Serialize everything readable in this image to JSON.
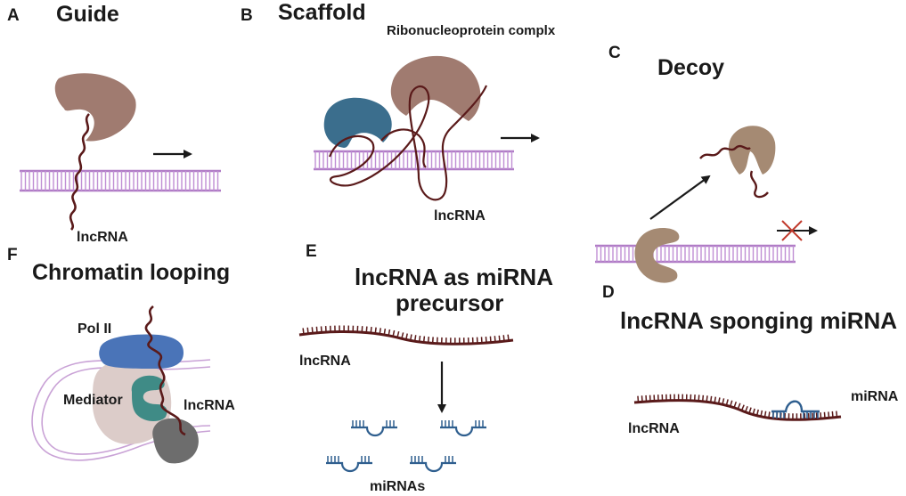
{
  "panels": {
    "a": {
      "letter": "A",
      "title": "Guide",
      "lncrna_label": "lncRNA"
    },
    "b": {
      "letter": "B",
      "title": "Scaffold",
      "subtitle": "Ribonucleoprotein complx",
      "lncrna_label": "lncRNA"
    },
    "c": {
      "letter": "C",
      "title": "Decoy"
    },
    "d": {
      "letter": "D",
      "title": "lncRNA sponging miRNA",
      "lncrna_label": "lncRNA",
      "mirna_label": "miRNA"
    },
    "e": {
      "letter": "E",
      "title_line1": "lncRNA as miRNA",
      "title_line2": "precursor",
      "lncrna_label": "lncRNA",
      "mirnas_label": "miRNAs"
    },
    "f": {
      "letter": "F",
      "title": "Chromatin looping",
      "pol_label": "Pol II",
      "mediator_label": "Mediator",
      "lncrna_label": "lncRNA"
    }
  },
  "colors": {
    "protein_brown": "#a07b70",
    "protein_tan": "#a58a73",
    "protein_blue": "#3b6e8d",
    "pol_blue": "#4a74b8",
    "teal": "#3f8b86",
    "mediator": "#dcccc9",
    "gray_protein": "#6d6d6d",
    "rna": "#5a1a1a",
    "dna": "#b07cc6",
    "mirna_blue": "#2f5f8f",
    "block_red": "#c0392b",
    "arrow": "#1a1a1a"
  }
}
